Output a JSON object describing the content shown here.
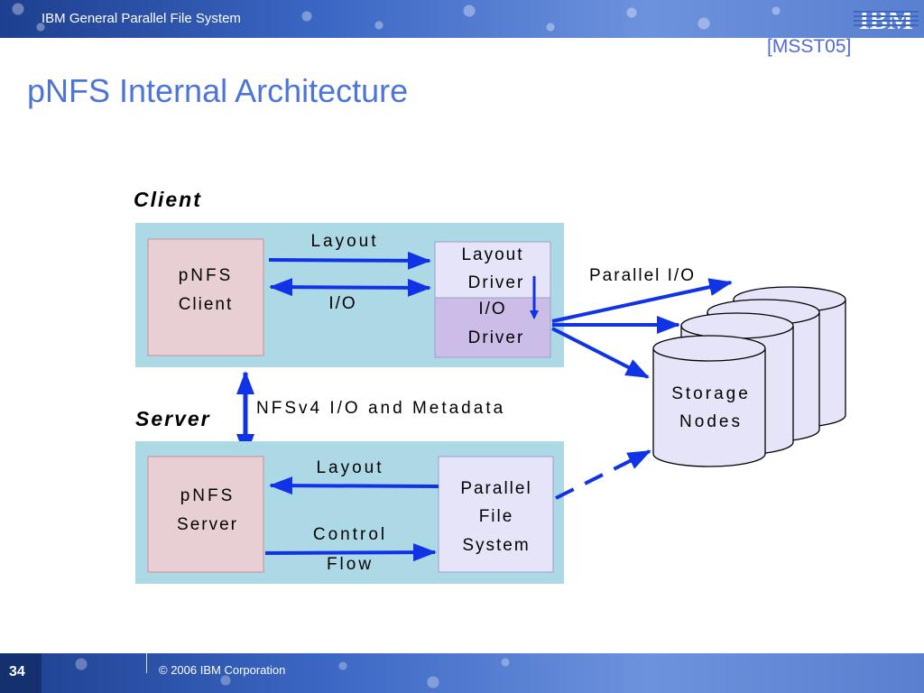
{
  "header": {
    "title": "IBM General Parallel File System",
    "logo_text": "IBM"
  },
  "reference": "[MSST05]",
  "slide_title": "pNFS Internal Architecture",
  "diagram": {
    "client_section_label": "Client",
    "server_section_label": "Server",
    "client": {
      "pnfs_client_line1": "pNFS",
      "pnfs_client_line2": "Client",
      "layout_label": "Layout",
      "io_label": "I/O",
      "layout_driver_line1": "Layout",
      "layout_driver_line2": "Driver",
      "io_driver_line1": "I/O",
      "io_driver_line2": "Driver"
    },
    "parallel_io_label": "Parallel I/O",
    "nfsv4_label": "NFSv4 I/O and Metadata",
    "storage_line1": "Storage",
    "storage_line2": "Nodes",
    "server": {
      "pnfs_server_line1": "pNFS",
      "pnfs_server_line2": "Server",
      "layout_label": "Layout",
      "control_flow_line1": "Control",
      "control_flow_line2": "Flow",
      "pfs_line1": "Parallel",
      "pfs_line2": "File",
      "pfs_line3": "System"
    }
  },
  "footer": {
    "page_number": "34",
    "copyright": "© 2006 IBM Corporation"
  },
  "colors": {
    "header_blue": "#2e55b5",
    "title_blue": "#4d74d8",
    "panel_bg": "#add8e6",
    "pink_box": "#e8cfd3",
    "lavender_box": "#e6e4f8",
    "purple_box": "#cbbde8",
    "arrow_blue": "#1133e6",
    "storage_fill": "#e6e4f8"
  }
}
